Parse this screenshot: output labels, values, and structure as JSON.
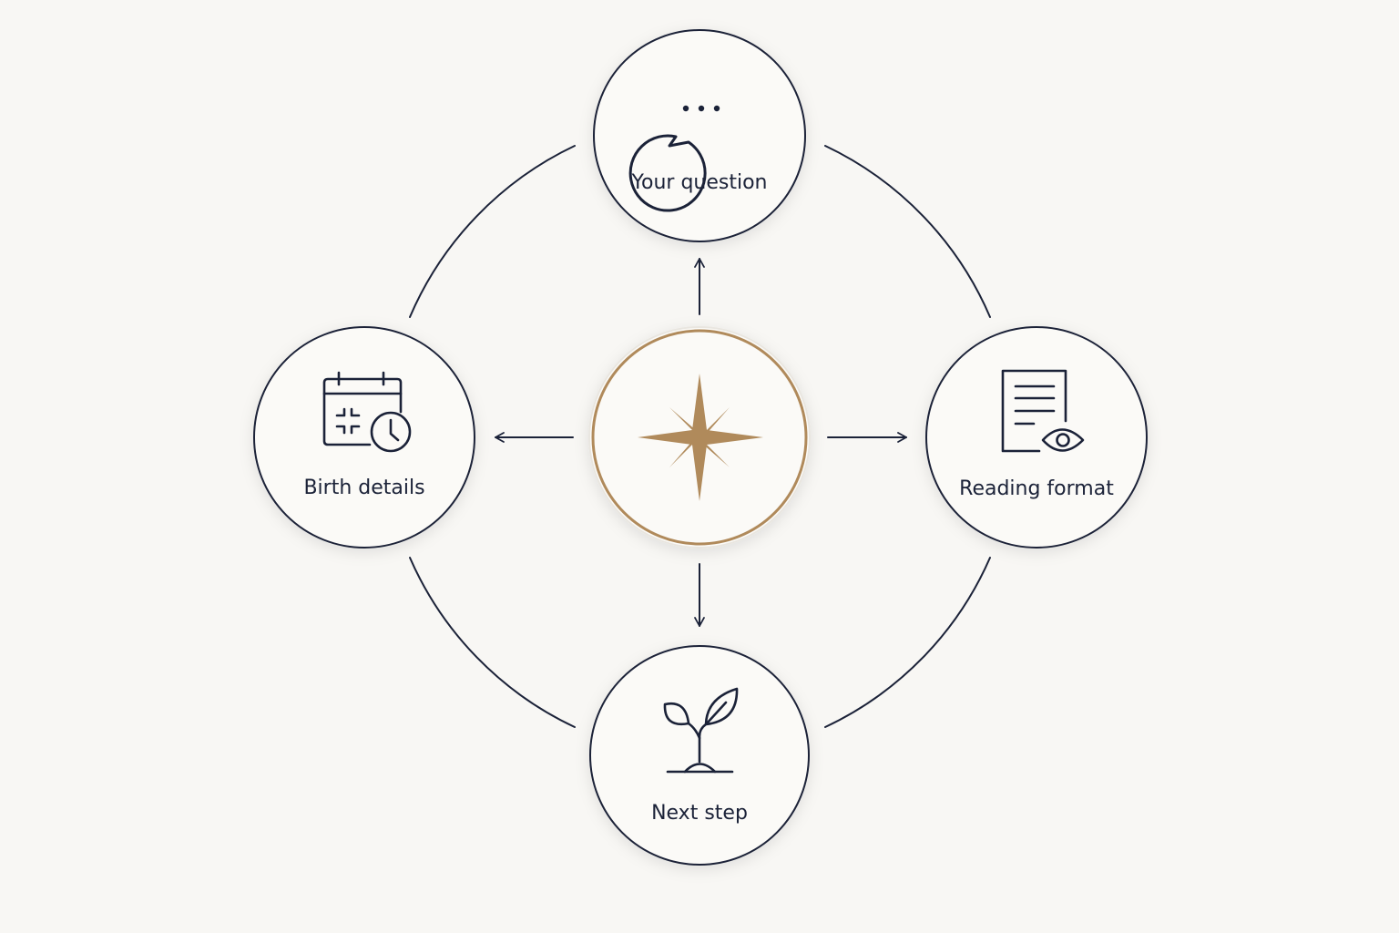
{
  "diagram": {
    "center": {
      "icon": "compass-star-icon"
    },
    "nodes": {
      "top": {
        "label": "Your question",
        "icon": "chat-bubble-icon"
      },
      "left": {
        "label": "Birth details",
        "icon": "calendar-clock-icon"
      },
      "right": {
        "label": "Reading format",
        "icon": "document-eye-icon"
      },
      "bottom": {
        "label": "Next step",
        "icon": "sprout-icon"
      }
    },
    "colors": {
      "background": "#f8f7f4",
      "stroke": "#1b2238",
      "accent": "#b08a5b",
      "node_fill": "#fbfaf7"
    }
  }
}
